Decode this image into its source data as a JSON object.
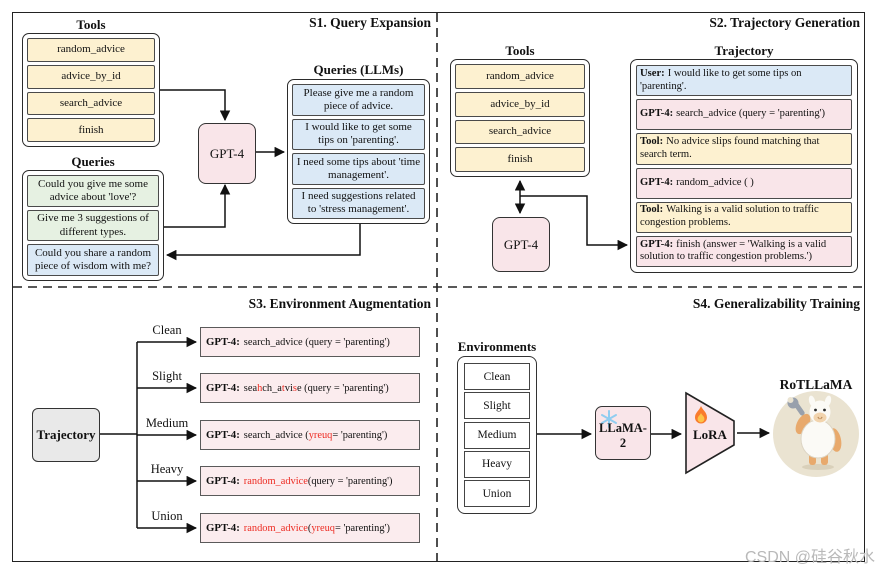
{
  "s1": {
    "title": "S1. Query Expansion",
    "tools_label": "Tools",
    "tools": [
      "random_advice",
      "advice_by_id",
      "search_advice",
      "finish"
    ],
    "queries_label": "Queries",
    "seed_queries": [
      {
        "text": "Could you give me some advice about 'love'?",
        "color": "green"
      },
      {
        "text": "Give me 3 suggestions of different types.",
        "color": "green"
      },
      {
        "text": "Could you share a random piece of wisdom with me?",
        "color": "blue"
      }
    ],
    "gpt4_label": "GPT-4",
    "llm_queries_label": "Queries (LLMs)",
    "llm_queries": [
      "Please give me a random piece of advice.",
      "I would like to get some tips on 'parenting'.",
      "I need some tips about 'time management'.",
      "I need suggestions related to 'stress management'."
    ]
  },
  "s2": {
    "title": "S2. Trajectory Generation",
    "tools_label": "Tools",
    "tools": [
      "random_advice",
      "advice_by_id",
      "search_advice",
      "finish"
    ],
    "gpt4_label": "GPT-4",
    "trajectory_label": "Trajectory",
    "steps": [
      {
        "speaker": "User:",
        "text": "I would like to get some tips on 'parenting'.",
        "type": "user"
      },
      {
        "speaker": "GPT-4:",
        "text": "search_advice (query = 'parenting')",
        "type": "gpt"
      },
      {
        "speaker": "Tool:",
        "text": "No advice slips found matching that search term.",
        "type": "tool"
      },
      {
        "speaker": "GPT-4:",
        "text": "random_advice ( )",
        "type": "gpt"
      },
      {
        "speaker": "Tool:",
        "text": "Walking is a valid solution to traffic congestion problems.",
        "type": "tool"
      },
      {
        "speaker": "GPT-4:",
        "text": "finish (answer = 'Walking is a valid solution to traffic congestion problems.')",
        "type": "gpt"
      }
    ]
  },
  "s3": {
    "title": "S3. Environment Augmentation",
    "trajectory_label": "Trajectory",
    "levels": [
      "Clean",
      "Slight",
      "Medium",
      "Heavy",
      "Union"
    ],
    "rows": [
      {
        "prefix": "GPT-4:",
        "segments": [
          {
            "t": "search_advice (query = 'parenting')",
            "red": false
          }
        ]
      },
      {
        "prefix": "GPT-4:",
        "segments": [
          {
            "t": "sea",
            "red": false
          },
          {
            "t": "h",
            "red": true
          },
          {
            "t": "ch_a",
            "red": false
          },
          {
            "t": "t",
            "red": true
          },
          {
            "t": "vi",
            "red": false
          },
          {
            "t": "s",
            "red": true
          },
          {
            "t": "e (query = 'parenting')",
            "red": false
          }
        ]
      },
      {
        "prefix": "GPT-4:",
        "segments": [
          {
            "t": "search_advice (",
            "red": false
          },
          {
            "t": "yreuq",
            "red": true
          },
          {
            "t": " = 'parenting')",
            "red": false
          }
        ]
      },
      {
        "prefix": "GPT-4:",
        "segments": [
          {
            "t": "random_advice",
            "red": true
          },
          {
            "t": " (query = 'parenting')",
            "red": false
          }
        ]
      },
      {
        "prefix": "GPT-4:",
        "segments": [
          {
            "t": "random_advice",
            "red": true
          },
          {
            "t": " (",
            "red": false
          },
          {
            "t": "yreuq",
            "red": true
          },
          {
            "t": " = 'parenting')",
            "red": false
          }
        ]
      }
    ]
  },
  "s4": {
    "title": "S4. Generalizability Training",
    "environments_label": "Environments",
    "environments": [
      "Clean",
      "Slight",
      "Medium",
      "Heavy",
      "Union"
    ],
    "llama_label": "LLaMA-2",
    "lora_label": "LoRA",
    "model_label": "RoTLLaMA",
    "icons": {
      "snowflake": "snowflake-icon",
      "flame": "flame-icon",
      "mascot": "llama-mascot"
    }
  },
  "watermark": "CSDN @硅谷秋水",
  "colors": {
    "tool_yellow": "#fdf1d0",
    "user_blue": "#dbe9f6",
    "seed_green": "#e6f1e2",
    "gpt_pink": "#f9e5e9",
    "augment_pink": "#fbecee",
    "trajectory_gray": "#e9e9e9",
    "red_text": "#ed2d24",
    "snowflake_blue": "#90cdf0",
    "flame_orange": "#f97b2d"
  }
}
